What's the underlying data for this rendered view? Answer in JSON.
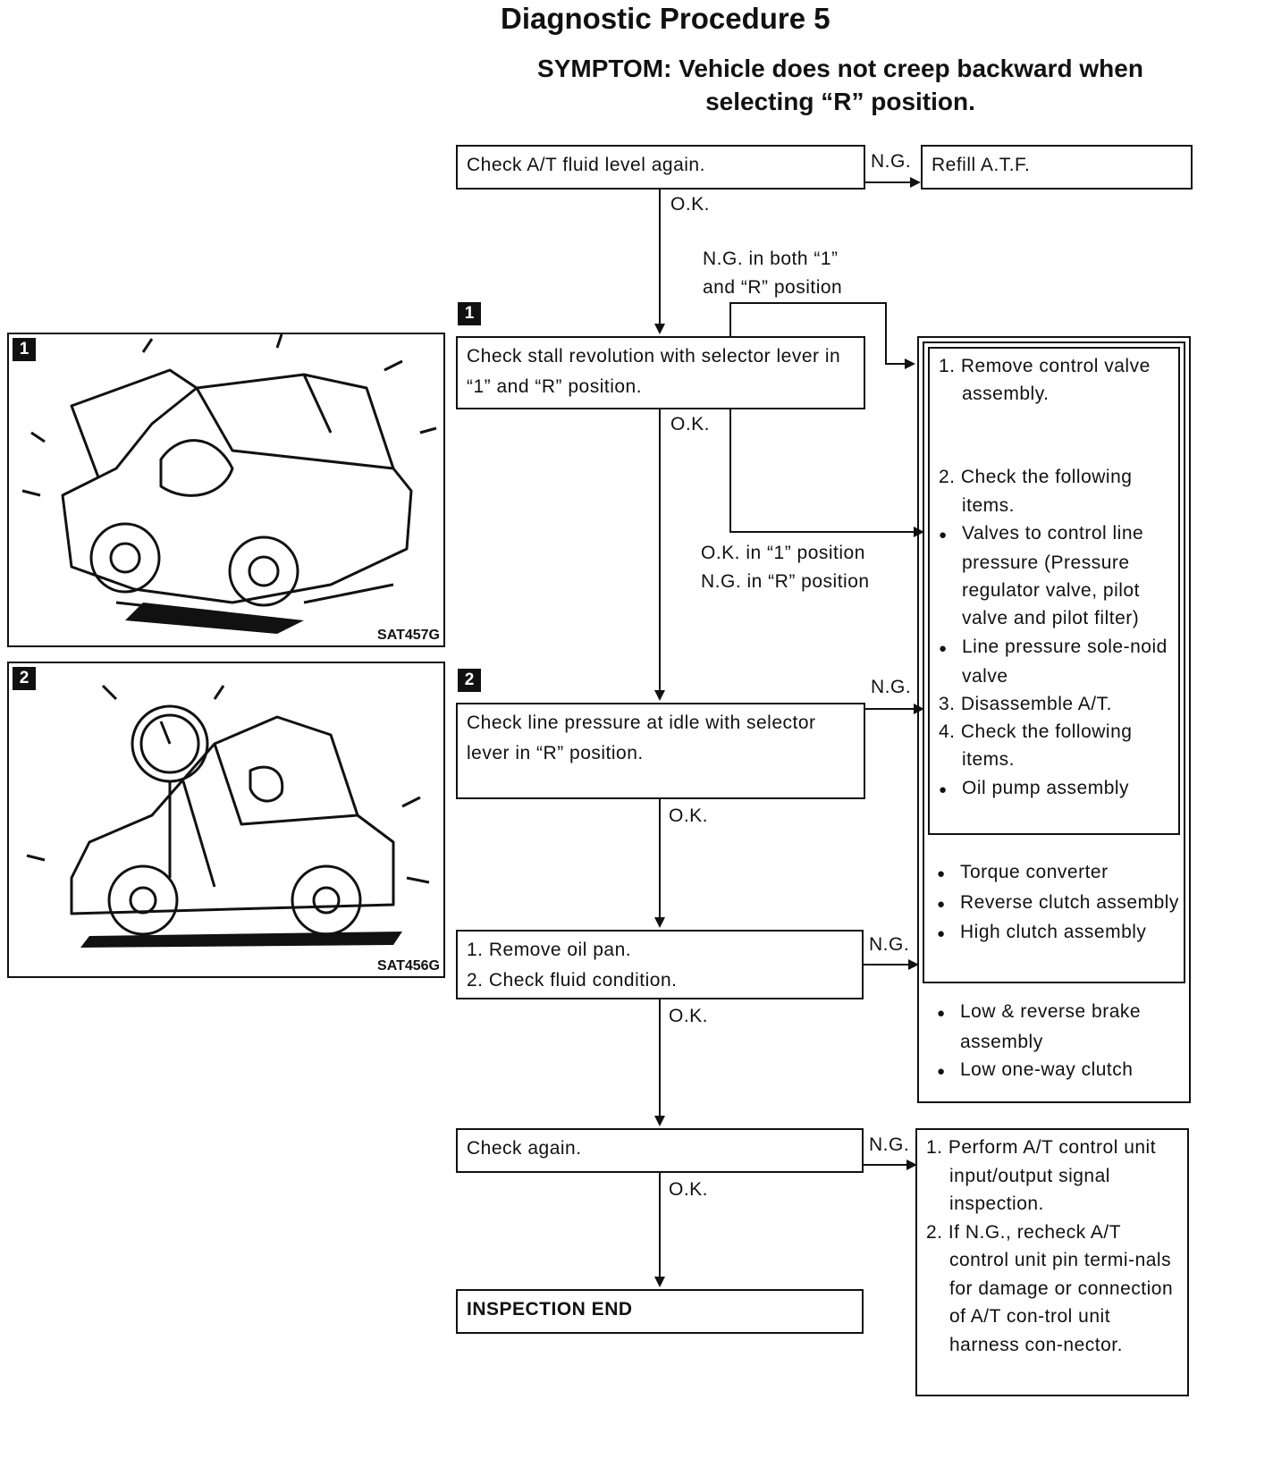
{
  "title": "Diagnostic Procedure 5",
  "symptom": "SYMPTOM: Vehicle does not creep backward when selecting “R” position.",
  "steps": {
    "check_fluid": "Check A/T fluid level again.",
    "refill": "Refill A.T.F.",
    "stall": "Check stall revolution with selector lever in “1” and “R” position.",
    "line_pressure": "Check line pressure at idle with selector lever in “R” position.",
    "oil_pan": [
      "1. Remove oil pan.",
      "2. Check fluid condition."
    ],
    "check_again": "Check again.",
    "inspection_end": "INSPECTION END"
  },
  "labels": {
    "ng": "N.G.",
    "ok": "O.K.",
    "ng_both": [
      "N.G. in both “1”",
      "and “R” position"
    ],
    "ok_1_ng_r": [
      "O.K. in “1” position",
      "N.G. in “R” position"
    ]
  },
  "remedy_box": {
    "inner": [
      {
        "type": "num",
        "text": "1. Remove control valve assembly."
      },
      {
        "type": "num",
        "text": "2. Check the following items."
      },
      {
        "type": "bullet",
        "text": "Valves to control line pressure (Pressure regulator valve, pilot valve and pilot filter)"
      },
      {
        "type": "bullet",
        "text": "Line pressure sole-noid valve"
      },
      {
        "type": "num",
        "text": "3. Disassemble A/T."
      },
      {
        "type": "num",
        "text": "4. Check the following items."
      },
      {
        "type": "bullet",
        "text": "Oil pump assembly"
      }
    ],
    "middle": [
      "Torque converter",
      "Reverse clutch assembly",
      "High clutch assembly"
    ],
    "outer": [
      "Low & reverse brake assembly",
      "Low one-way clutch"
    ]
  },
  "final_box": [
    "1. Perform A/T control unit input/output signal inspection.",
    "2. If N.G., recheck A/T control unit pin termi-nals for damage or connection of A/T con-trol unit harness con-nector."
  ],
  "figures": [
    {
      "badge": "1",
      "code": "SAT457G"
    },
    {
      "badge": "2",
      "code": "SAT456G"
    }
  ]
}
